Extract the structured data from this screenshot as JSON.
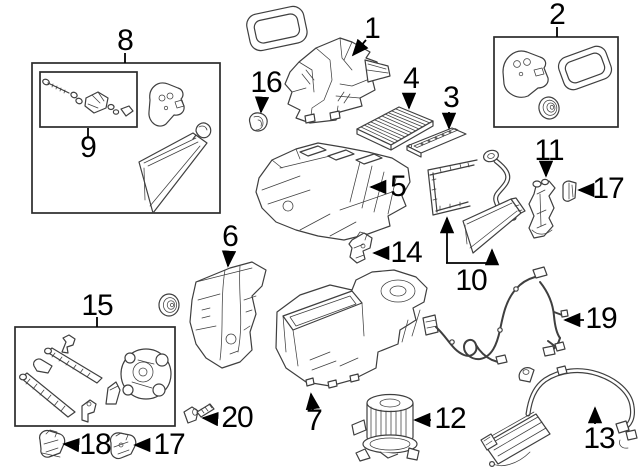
{
  "diagram": {
    "type": "exploded-parts-diagram",
    "colors": {
      "background": "#ffffff",
      "line_art": "#3f3f3f",
      "callout_text": "#000000",
      "group_box_border": "#2b2b2b"
    },
    "callouts": {
      "c1": "1",
      "c2": "2",
      "c3": "3",
      "c4": "4",
      "c5": "5",
      "c6": "6",
      "c7": "7",
      "c8": "8",
      "c9": "9",
      "c10": "10",
      "c11": "11",
      "c12": "12",
      "c13": "13",
      "c14": "14",
      "c15": "15",
      "c16": "16",
      "c17_right": "17",
      "c17_bottom": "17",
      "c18": "18",
      "c19": "19",
      "c20": "20"
    }
  }
}
